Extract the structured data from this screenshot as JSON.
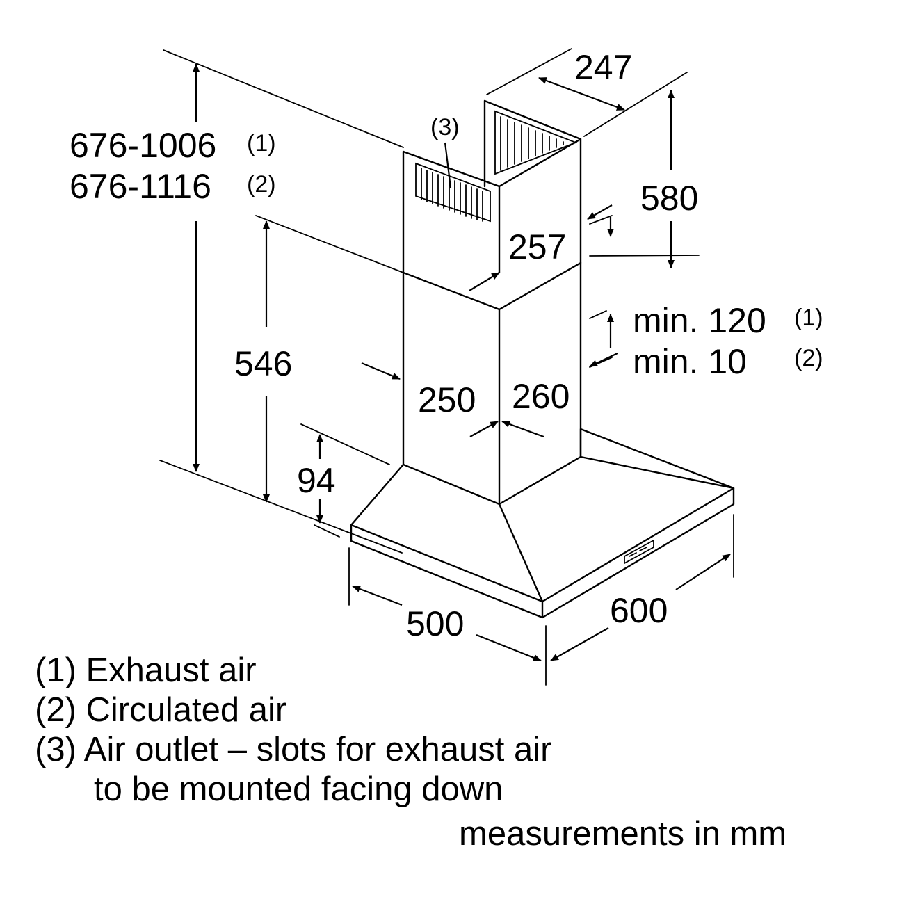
{
  "dimensions": {
    "total_height_exhaust": "676-1006",
    "total_height_circulated": "676-1116",
    "total_height_exhaust_ref": "(1)",
    "total_height_circulated_ref": "(2)",
    "chimney_depth_top": "247",
    "upper_chimney_height": "580",
    "upper_chimney_width": "257",
    "lower_chimney_height": "546",
    "lower_chimney_width": "250",
    "lower_chimney_depth": "260",
    "min_gap_exhaust": "min. 120",
    "min_gap_exhaust_ref": "(1)",
    "min_gap_circulated": "min. 10",
    "min_gap_circulated_ref": "(2)",
    "canopy_height": "94",
    "hood_depth": "500",
    "hood_width": "600",
    "outlet_ref": "(3)"
  },
  "legend": {
    "item1": "(1) Exhaust air",
    "item2": "(2) Circulated air",
    "item3_line1": "(3) Air outlet – slots for exhaust air",
    "item3_line2": "to be mounted facing down"
  },
  "units_note": "measurements in mm"
}
